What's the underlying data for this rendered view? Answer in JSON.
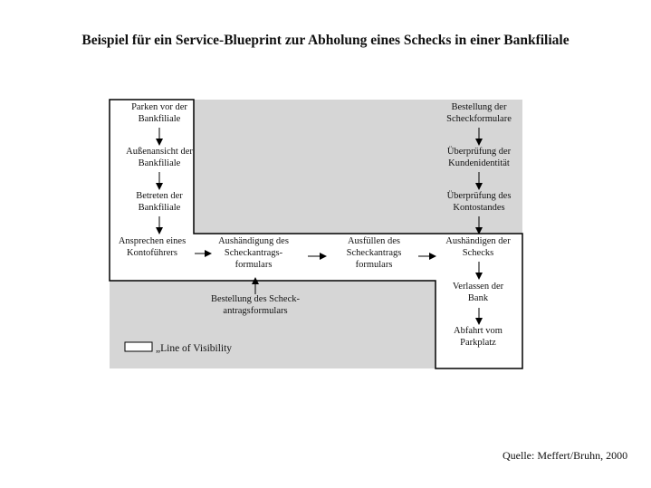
{
  "title": "Beispiel für ein Service-Blueprint zur Abholung eines Schecks in einer Bankfiliale",
  "source": "Quelle:  Meffert/Bruhn, 2000",
  "legend": {
    "label": "„Line of Visibility"
  },
  "colors": {
    "invisible_area": "#d6d6d6",
    "visible_area": "#ffffff",
    "line": "#000000"
  },
  "steps": {
    "parken": "Parken vor der\nBankfiliale",
    "aussenansicht": "Außenansicht der\nBankfiliale",
    "betreten": "Betreten der\nBankfiliale",
    "ansprechen": "Ansprechen eines\nKontoführers",
    "aushaendigung_formular": "Aushändigung des\nScheckantrags-\nformulars",
    "ausfuellen": "Ausfüllen des\nScheckantrags\nformulars",
    "aushaendigen_schecks": "Aushändigen der\nSchecks",
    "verlassen": "Verlassen der\nBank",
    "abfahrt": "Abfahrt vom\nParkplatz",
    "bestellung_formular": "Bestellung des Scheck-\nantragsformulars",
    "bestellung_scheckformulare": "Bestellung der\nScheckformulare",
    "pruefung_identitaet": "Überprüfung der\nKundenidentität",
    "pruefung_kontostand": "Überprüfung des\nKontostandes"
  }
}
